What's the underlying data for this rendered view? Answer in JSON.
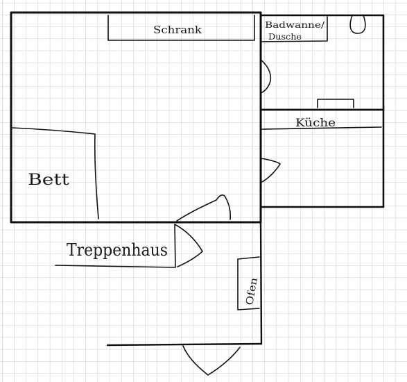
{
  "labels": {
    "schrank": "Schrank",
    "badewanne_line1": "Badwanne/",
    "badewanne_line2": "Dusche",
    "kueche": "Küche",
    "bett": "Bett",
    "treppenhaus": "Treppenhaus",
    "ofen": "Ofen"
  },
  "colors": {
    "paper": "#ffffff",
    "grid": "#c9c9c9",
    "ink": "#111111"
  }
}
